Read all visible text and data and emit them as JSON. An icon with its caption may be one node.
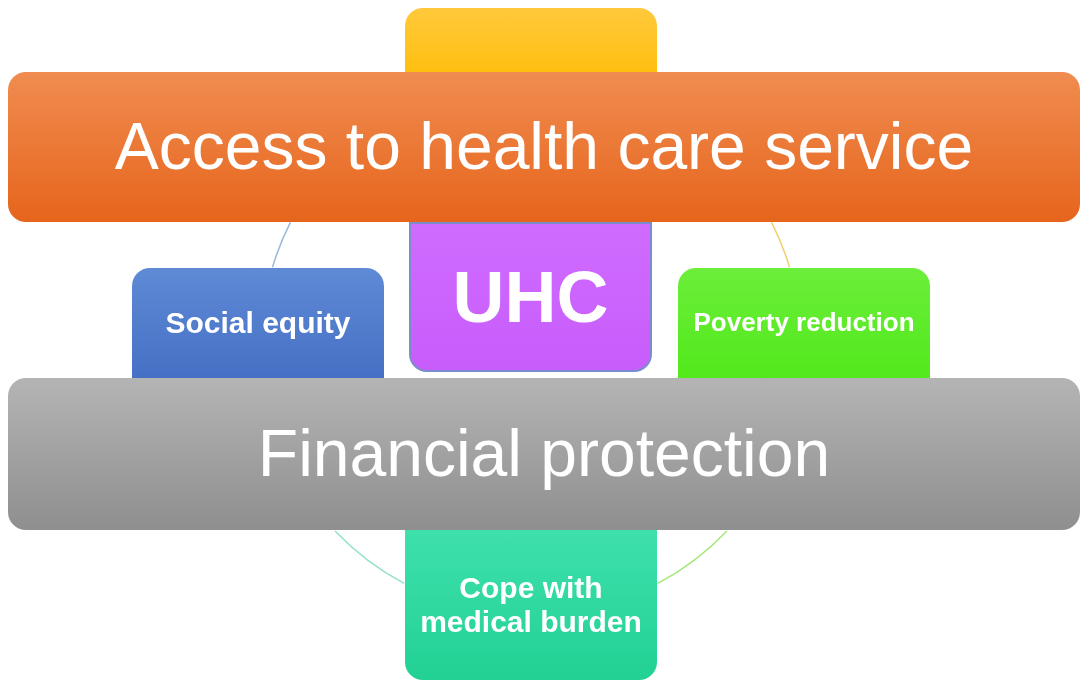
{
  "diagram": {
    "nodes": [
      {
        "text": [],
        "shape": "box"
      },
      {
        "text": [
          "Access to health care service"
        ]
      },
      {
        "text": [
          "UHC"
        ]
      },
      {
        "text": [
          "Social equity"
        ]
      },
      {
        "text": [
          "Poverty reduction"
        ]
      },
      {
        "text": [
          "Financial protection"
        ]
      },
      {
        "text": [
          "Cope with medical burden"
        ]
      }
    ],
    "edges": [
      {
        "from": 3,
        "to": 1,
        "arrow": "none",
        "color": "#9bb7dc"
      },
      {
        "from": 1,
        "to": 4,
        "arrow": "none",
        "color": "#f2cf6a"
      },
      {
        "from": 5,
        "to": 6,
        "arrow": "none",
        "color": "#a3e87a"
      },
      {
        "from": 6,
        "to": 5,
        "arrow": "none",
        "color": "#93e2c8"
      }
    ]
  }
}
